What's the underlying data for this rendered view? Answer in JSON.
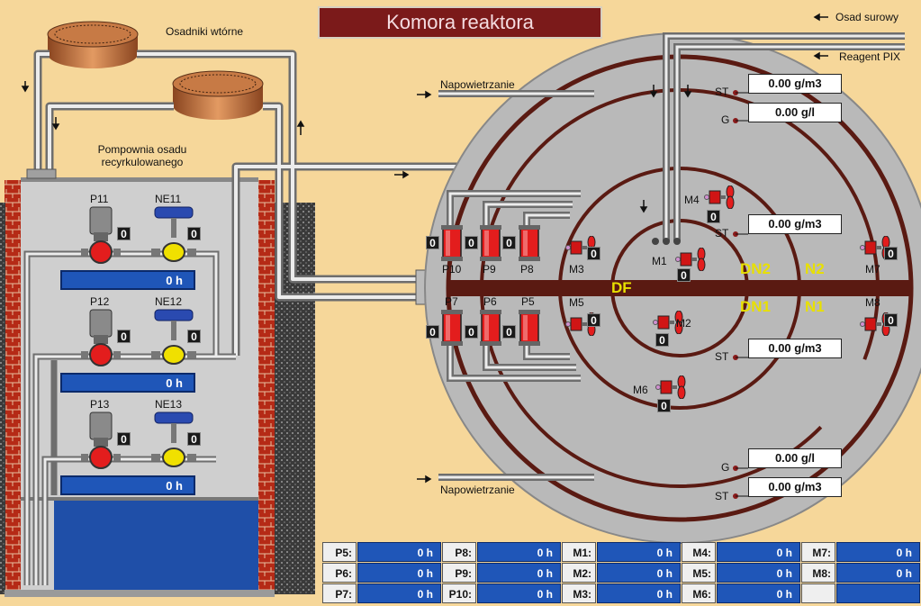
{
  "title": "Komora reaktora",
  "labels": {
    "settlers": "Osadniki wtórne",
    "pump_station_line1": "Pompownia osadu",
    "pump_station_line2": "recyrkulowanego",
    "aeration_top": "Napowietrzanie",
    "aeration_bottom": "Napowietrzanie",
    "raw_sludge": "Osad surowy",
    "reagent": "Reagent PIX"
  },
  "zones": {
    "df": "DF",
    "dn2": "DN2",
    "n2": "N2",
    "dn1": "DN1",
    "n1": "N1"
  },
  "readouts": {
    "st_top": {
      "tag": "ST",
      "value": "0.00 g/m3"
    },
    "g_top": {
      "tag": "G",
      "value": "0.00 g/l"
    },
    "st_mid_upper": {
      "tag": "ST",
      "value": "0.00 g/m3"
    },
    "st_mid_lower": {
      "tag": "ST",
      "value": "0.00 g/m3"
    },
    "g_bottom": {
      "tag": "G",
      "value": "0.00 g/l"
    },
    "st_bottom": {
      "tag": "ST",
      "value": "0.00 g/m3"
    }
  },
  "recirc_pumps": [
    {
      "pump": "P11",
      "valve": "NE11",
      "pump_status": "0",
      "valve_status": "0",
      "hours": "0 h"
    },
    {
      "pump": "P12",
      "valve": "NE12",
      "pump_status": "0",
      "valve_status": "0",
      "hours": "0 h"
    },
    {
      "pump": "P13",
      "valve": "NE13",
      "pump_status": "0",
      "valve_status": "0",
      "hours": "0 h"
    }
  ],
  "reactor_pumps": {
    "P10": "0",
    "P9": "0",
    "P8": "0",
    "P7": "0",
    "P6": "0",
    "P5": "0"
  },
  "mixers": {
    "M1": "0",
    "M2": "0",
    "M3": "0",
    "M4": "0",
    "M5": "0",
    "M6": "0",
    "M7": "0",
    "M8": "0"
  },
  "hours_table": [
    [
      {
        "label": "P5:",
        "value": "0 h"
      },
      {
        "label": "P8:",
        "value": "0 h"
      },
      {
        "label": "M1:",
        "value": "0 h"
      },
      {
        "label": "M4:",
        "value": "0 h"
      },
      {
        "label": "M7:",
        "value": "0 h"
      }
    ],
    [
      {
        "label": "P6:",
        "value": "0 h"
      },
      {
        "label": "P9:",
        "value": "0 h"
      },
      {
        "label": "M2:",
        "value": "0 h"
      },
      {
        "label": "M5:",
        "value": "0 h"
      },
      {
        "label": "M8:",
        "value": "0 h"
      }
    ],
    [
      {
        "label": "P7:",
        "value": "0 h"
      },
      {
        "label": "P10:",
        "value": "0 h"
      },
      {
        "label": "M3:",
        "value": "0 h"
      },
      {
        "label": "M6:",
        "value": "0 h"
      },
      {
        "label": "",
        "value": ""
      }
    ]
  ],
  "colors": {
    "background": "#f6d79a",
    "title_bg": "#7b1a1a",
    "reactor_outer": "#b9b9b9",
    "reactor_divider": "#5a1a12",
    "zone_text": "#e8e000",
    "pump_red": "#e31d1d",
    "valve_yellow": "#f0e000",
    "hours_blue": "#1f56b8",
    "water_blue": "#1f4fa8",
    "brick": "#a02010"
  }
}
